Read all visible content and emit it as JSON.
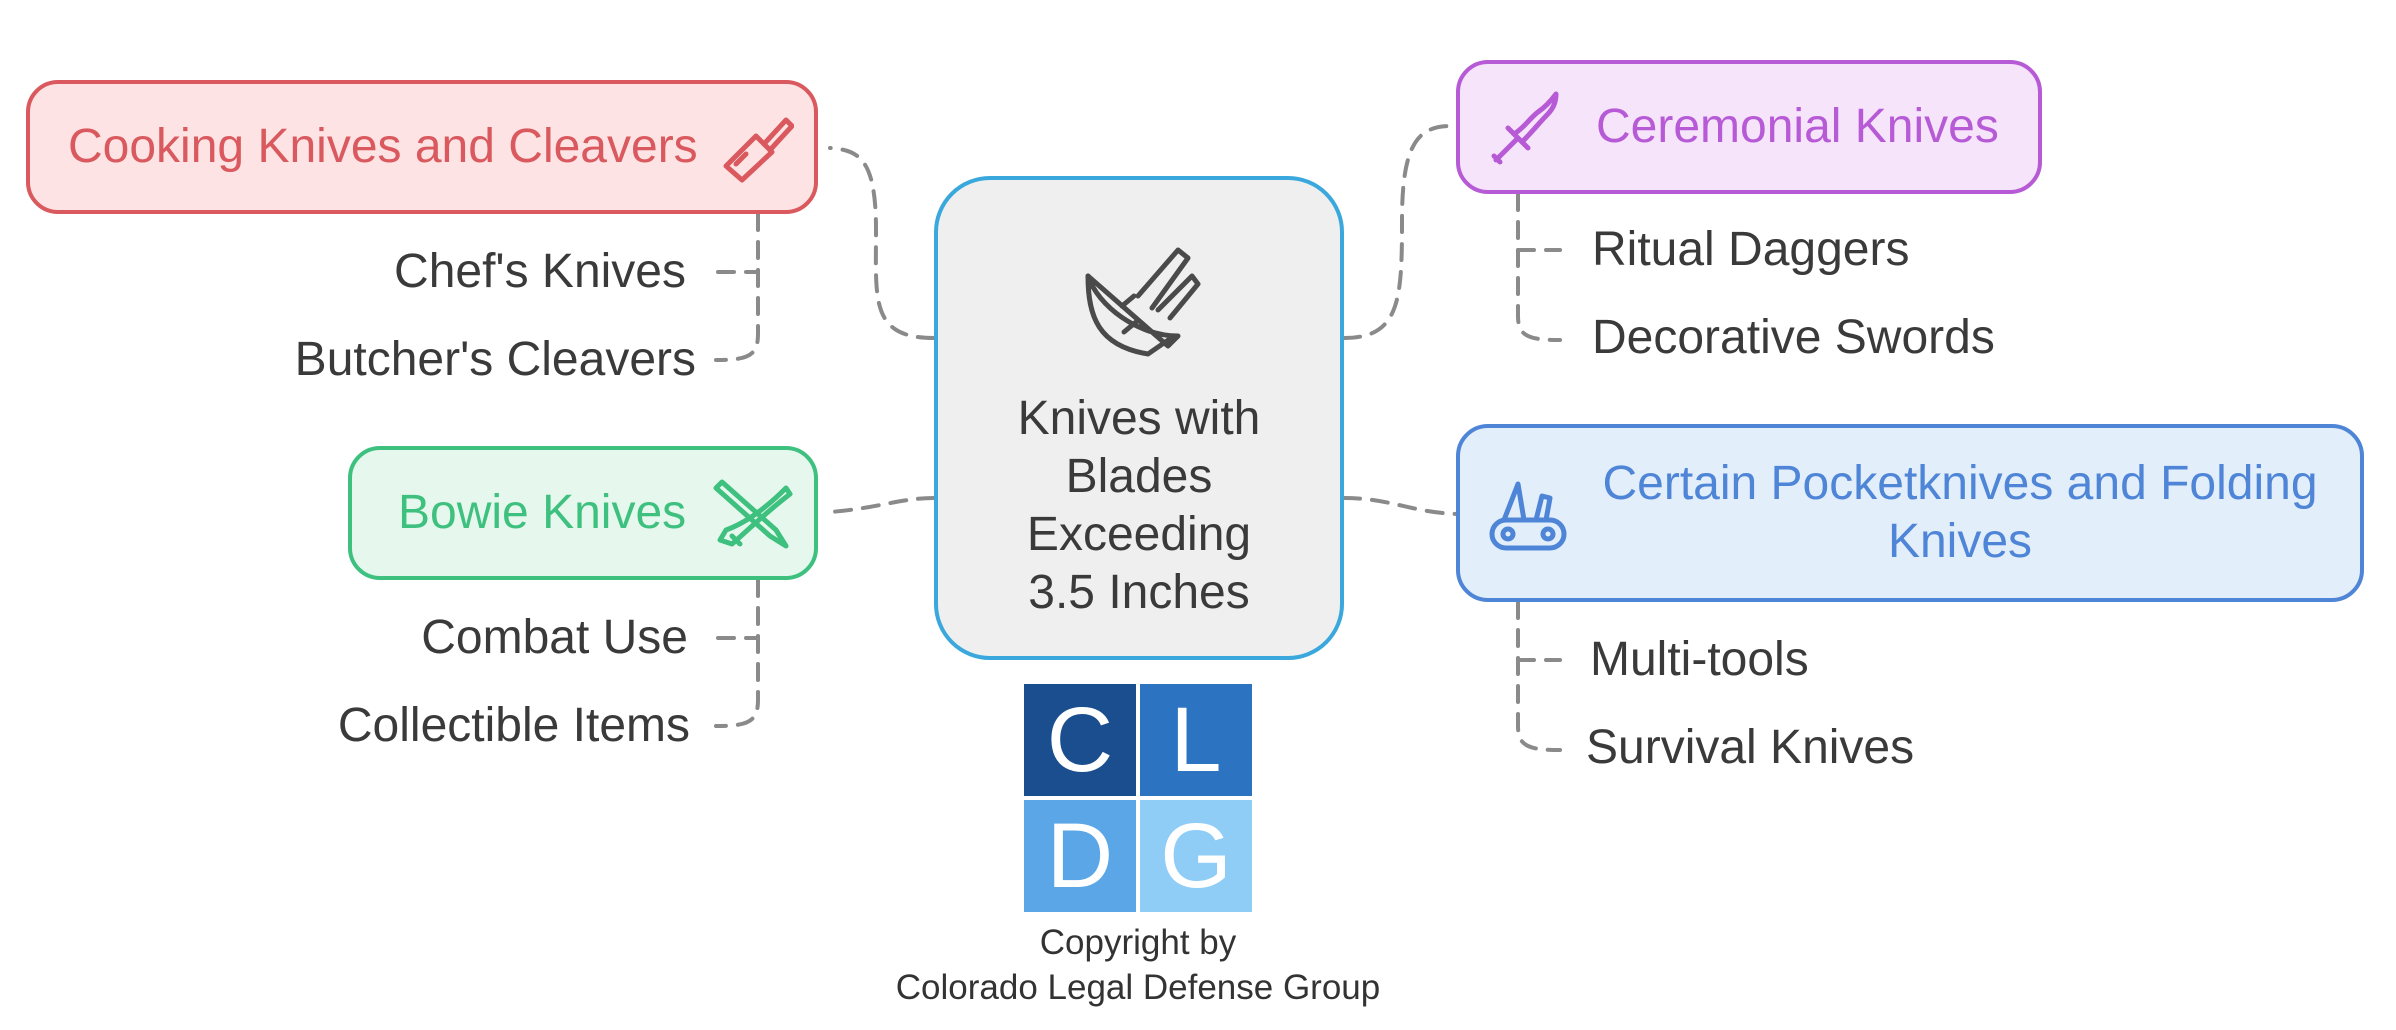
{
  "center": {
    "title": "Knives with Blades Exceeding 3.5 Inches",
    "icon": "knife-block-icon"
  },
  "branches": {
    "cooking": {
      "label": "Cooking Knives and Cleavers",
      "icon": "cleaver-icon",
      "color": "#d9595e",
      "items": [
        "Chef's Knives",
        "Butcher's Cleavers"
      ]
    },
    "bowie": {
      "label": "Bowie Knives",
      "icon": "crossed-knives-icon",
      "color": "#3ec07f",
      "items": [
        "Combat Use",
        "Collectible Items"
      ]
    },
    "ceremonial": {
      "label": "Ceremonial Knives",
      "icon": "ornate-dagger-icon",
      "color": "#b75ad6",
      "items": [
        "Ritual Daggers",
        "Decorative Swords"
      ]
    },
    "pocket": {
      "label": "Certain Pocketknives and Folding Knives",
      "icon": "multitool-icon",
      "color": "#4f85d7",
      "items": [
        "Multi-tools",
        "Survival Knives"
      ]
    }
  },
  "logo": {
    "letters": [
      "C",
      "L",
      "D",
      "G"
    ],
    "colors": [
      "#1a4e8e",
      "#2c74c2",
      "#5aa6e6",
      "#8fcdf6"
    ]
  },
  "copyright": {
    "line1": "Copyright by",
    "line2": "Colorado Legal Defense Group"
  }
}
